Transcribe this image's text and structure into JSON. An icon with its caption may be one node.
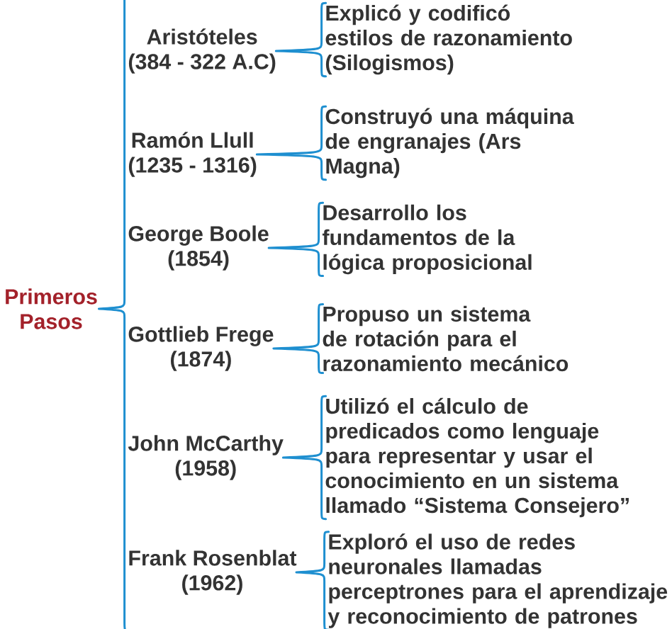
{
  "diagram": {
    "nodes": [
      {
        "text": [
          "Primeros Pasos"
        ]
      },
      {
        "text": [
          "Aristóteles",
          "(384 - 322 A.C)"
        ]
      },
      {
        "text": [
          "Explicó y codificó estilos de razonamiento (Silogismos)"
        ]
      },
      {
        "text": [
          "Ramón Llull",
          "(1235 - 1316)"
        ]
      },
      {
        "text": [
          "Construyó una máquina de engranajes (Ars Magna)"
        ]
      },
      {
        "text": [
          "George Boole",
          "(1854)"
        ]
      },
      {
        "text": [
          "Desarrollo los fundamentos de la lógica proposicional"
        ]
      },
      {
        "text": [
          "Gottlieb Frege",
          "(1874)"
        ]
      },
      {
        "text": [
          "Propuso un sistema de rotación para el razonamiento mecánico"
        ]
      },
      {
        "text": [
          "John McCarthy",
          "(1958)"
        ]
      },
      {
        "text": [
          "Utilizó el cálculo de predicados como lenguaje para representar y usar el conocimiento en un sistema llamado “Sistema Consejero”"
        ]
      },
      {
        "text": [
          "Frank Rosenblat",
          "(1962)"
        ]
      },
      {
        "text": [
          "Exploró el uso de redes neuronales llamadas perceptrones para el aprendizaje y reconocimiento de patrones"
        ]
      }
    ],
    "edges": [
      {
        "from": 0,
        "to": 1,
        "arrow": "none"
      },
      {
        "from": 0,
        "to": 3,
        "arrow": "none"
      },
      {
        "from": 0,
        "to": 5,
        "arrow": "none"
      },
      {
        "from": 0,
        "to": 7,
        "arrow": "none"
      },
      {
        "from": 0,
        "to": 9,
        "arrow": "none"
      },
      {
        "from": 0,
        "to": 11,
        "arrow": "none"
      },
      {
        "from": 1,
        "to": 2,
        "arrow": "none"
      },
      {
        "from": 3,
        "to": 4,
        "arrow": "none"
      },
      {
        "from": 5,
        "to": 6,
        "arrow": "none"
      },
      {
        "from": 7,
        "to": 8,
        "arrow": "none"
      },
      {
        "from": 9,
        "to": 10,
        "arrow": "none"
      },
      {
        "from": 11,
        "to": 12,
        "arrow": "none"
      }
    ]
  }
}
